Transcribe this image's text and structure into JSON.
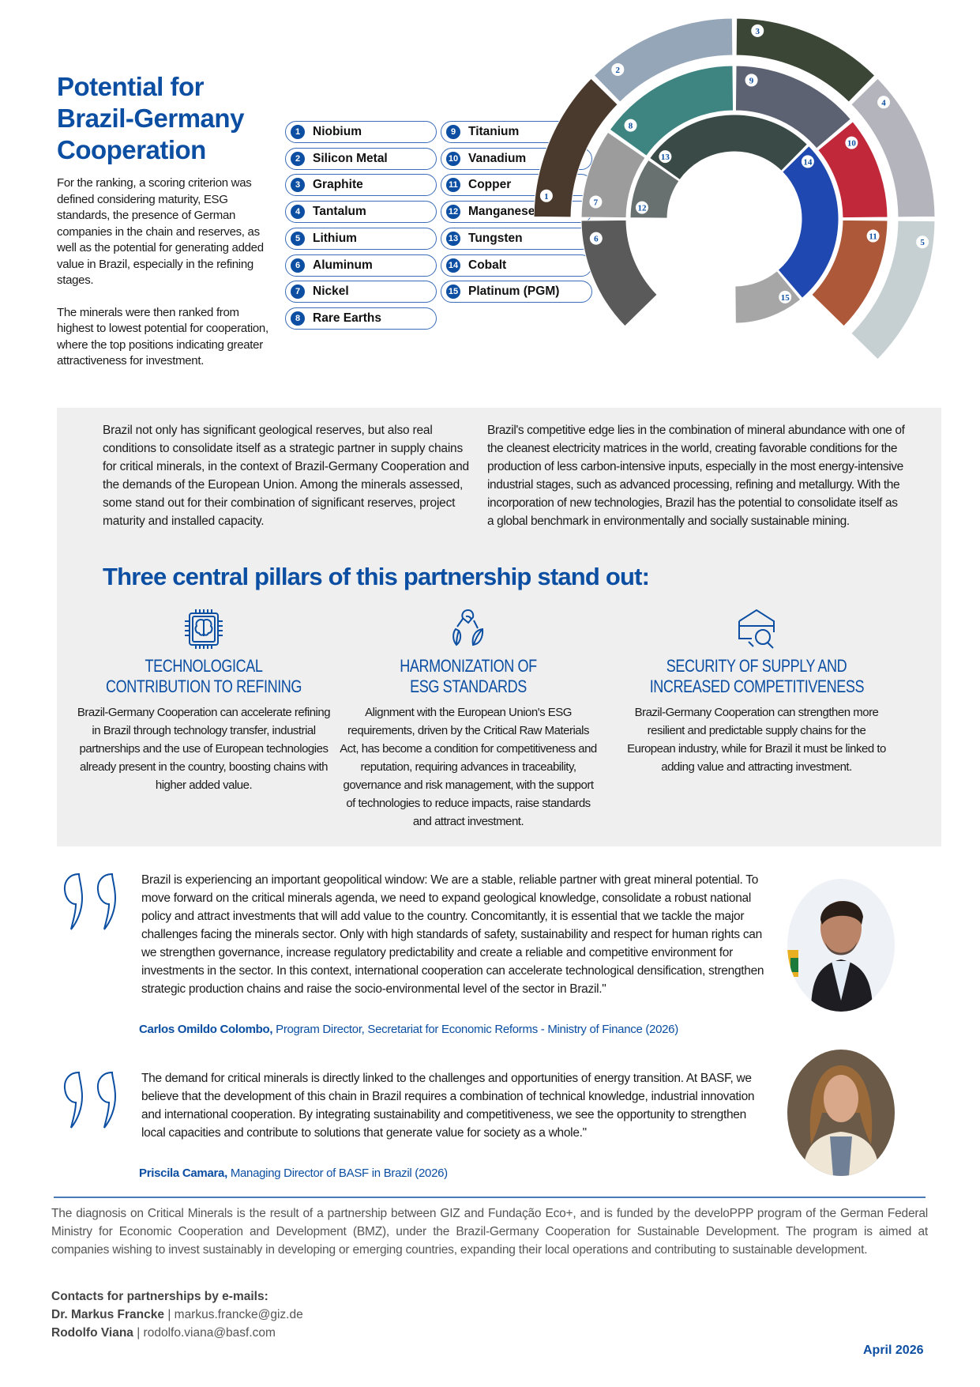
{
  "header": {
    "title_lines": [
      "Potential for",
      "Brazil-Germany",
      "Cooperation"
    ],
    "intro_p1": "For the ranking, a scoring criterion was defined considering maturity, ESG standards, the presence of German companies in the chain and reserves, as well as the potential for generating added value in Brazil, especially in the refining stages.",
    "intro_p2": "The minerals were then ranked from highest to lowest potential for cooperation, where the top positions indicating greater attractiveness for investment."
  },
  "minerals": [
    {
      "rank": "1",
      "name": "Niobium",
      "color": "#4a3a2e"
    },
    {
      "rank": "2",
      "name": "Silicon Metal",
      "color": "#95a6b8"
    },
    {
      "rank": "3",
      "name": "Graphite",
      "color": "#3b4636"
    },
    {
      "rank": "4",
      "name": "Tantalum",
      "color": "#b4b4bc"
    },
    {
      "rank": "5",
      "name": "Lithium",
      "color": "#c6d0d2"
    },
    {
      "rank": "6",
      "name": "Aluminum",
      "color": "#5a5a5a"
    },
    {
      "rank": "7",
      "name": "Nickel",
      "color": "#9c9c9c"
    },
    {
      "rank": "8",
      "name": "Rare Earths",
      "color": "#3e8582"
    },
    {
      "rank": "9",
      "name": "Titanium",
      "color": "#5c6272"
    },
    {
      "rank": "10",
      "name": "Vanadium",
      "color": "#c1283a"
    },
    {
      "rank": "11",
      "name": "Copper",
      "color": "#ad5838"
    },
    {
      "rank": "12",
      "name": "Manganese",
      "color": "#687070"
    },
    {
      "rank": "13",
      "name": "Tungsten",
      "color": "#3a4a46"
    },
    {
      "rank": "14",
      "name": "Cobalt",
      "color": "#1f49b0"
    },
    {
      "rank": "15",
      "name": "Platinum (PGM)",
      "color": "#a6a6a6"
    }
  ],
  "context": {
    "p1": "Brazil not only has significant geological reserves, but also real conditions to consolidate itself as a strategic partner in supply chains for critical minerals, in the context of Brazil-Germany Cooperation and the demands of the European Union. Among the minerals assessed, some stand out for their combination of significant reserves, project maturity and installed capacity.",
    "p2": "Brazil's competitive edge lies in the combination of mineral abundance with one of the cleanest electricity matrices in the world, creating favorable conditions for the production of less carbon-intensive inputs, especially in the most energy-intensive industrial stages, such as advanced processing, refining and metallurgy. With the incorporation of new technologies, Brazil has the potential to consolidate itself as a global benchmark in environmentally and socially sustainable mining."
  },
  "pillars": {
    "heading": "Three central pillars of this partnership stand out:",
    "items": [
      {
        "icon": "chip-brain-icon",
        "title_1": "TECHNOLOGICAL",
        "title_2": "CONTRIBUTION TO REFINING",
        "body": "Brazil-Germany Cooperation can accelerate refining in Brazil through technology transfer, industrial partnerships and the use of European technologies already present in the country, boosting chains with higher added value."
      },
      {
        "icon": "recycle-leaves-icon",
        "title_1": "HARMONIZATION OF",
        "title_2": "ESG STANDARDS",
        "body": "Alignment with the European Union's ESG requirements, driven by the Critical Raw Materials Act, has become a condition for competitiveness and reputation, requiring advances in traceability, governance and risk management, with the support of technologies to reduce impacts, raise standards and attract investment."
      },
      {
        "icon": "warehouse-search-icon",
        "title_1": "SECURITY OF SUPPLY AND",
        "title_2": "INCREASED COMPETITIVENESS",
        "body": "Brazil-Germany Cooperation can strengthen more resilient and predictable supply chains for the European industry, while for Brazil it must be linked to adding value and attracting investment."
      }
    ]
  },
  "quotes": [
    {
      "text": "Brazil is experiencing an important geopolitical window: We are a stable, reliable partner with great mineral potential. To move forward on the critical minerals agenda, we need to expand geological knowledge, consolidate a robust national policy and attract investments that will add value to the country. Concomitantly, it is essential that we tackle the major challenges facing the minerals sector. Only with high standards of safety, sustainability and respect for human rights can we strengthen governance, increase regulatory predictability and create a reliable and competitive environment for investments in the sector. In this context, international cooperation can accelerate technological densification, strengthen strategic production chains and raise the socio-environmental level of the sector in Brazil.\"",
      "name": "Carlos Omildo Colombo,",
      "role": " Program Director, Secretariat for Economic Reforms - Ministry of Finance (2026)"
    },
    {
      "text": "The demand for critical minerals is directly linked to the challenges and opportunities of energy transition. At BASF, we believe that the development of this chain in Brazil requires a combination of technical knowledge, industrial innovation and international cooperation. By integrating sustainability and competitiveness, we see the opportunity to strengthen local capacities and contribute to solutions that generate value for society as a whole.\"",
      "name": "Priscila Camara,",
      "role": " Managing Director of BASF in Brazil (2026)"
    }
  ],
  "footer": {
    "text": "The diagnosis on Critical Minerals is the result of a partnership between GIZ and Fundação Eco+, and is funded by the develoPPP program of the German Federal Ministry for Economic Cooperation and Development (BMZ), under the Brazil-Germany Cooperation for Sustainable Development. The program is aimed at companies wishing to invest sustainably in developing or emerging countries, expanding their local operations and contributing to sustainable development.",
    "contacts_heading": "Contacts for partnerships by e-mails:",
    "contacts": [
      {
        "name": "Dr. Markus Francke",
        "email": " | markus.francke@giz.de"
      },
      {
        "name": "Rodolfo Viana",
        "email": " | rodolfo.viana@basf.com"
      }
    ],
    "date": "April 2026"
  },
  "colors": {
    "brand_blue": "#0b4ea2",
    "panel_grey": "#efefef"
  }
}
